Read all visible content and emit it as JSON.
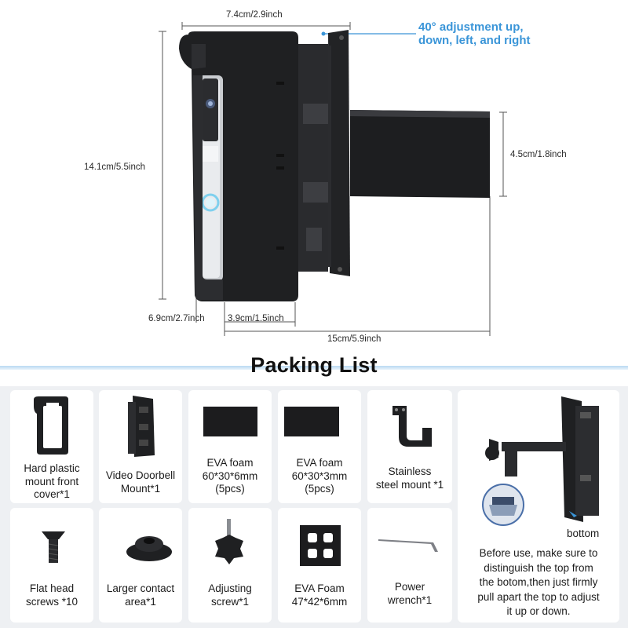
{
  "dimensions": {
    "top_width": "7.4cm/2.9inch",
    "height": "14.1cm/5.5inch",
    "strap_height": "4.5cm/1.8inch",
    "bottom_depth": "6.9cm/2.7inch",
    "face_width": "3.9cm/1.5inch",
    "total_length": "15cm/5.9inch"
  },
  "callout": {
    "line1": "40° adjustment up,",
    "line2": "down, left, and right",
    "color": "#3a95d8"
  },
  "section_title": "Packing List",
  "items": [
    {
      "lines": [
        "Hard plastic",
        "mount front",
        "cover*1"
      ]
    },
    {
      "lines": [
        "Video Doorbell",
        "Mount*1"
      ]
    },
    {
      "lines": [
        "EVA foam",
        "60*30*6mm",
        "(5pcs)"
      ]
    },
    {
      "lines": [
        "EVA foam",
        "60*30*3mm",
        "(5pcs)"
      ]
    },
    {
      "lines": [
        "Stainless",
        "steel mount *1"
      ]
    },
    {
      "lines": [
        "Flat head",
        "screws *10"
      ]
    },
    {
      "lines": [
        "Larger contact",
        "area*1"
      ]
    },
    {
      "lines": [
        "Adjusting",
        "screw*1"
      ]
    },
    {
      "lines": [
        "EVA Foam",
        "47*42*6mm"
      ]
    },
    {
      "lines": [
        "Power",
        "wrench*1"
      ]
    }
  ],
  "instruction": {
    "tag": "bottom",
    "lines": [
      "Before use, make sure to",
      "distinguish the top from",
      "the botom,then just firmly",
      "pull apart the top to adjust",
      "it up or down."
    ]
  },
  "colors": {
    "accent": "#3a95d8",
    "panel": "#eef0f3",
    "product": "#1e1f21"
  }
}
